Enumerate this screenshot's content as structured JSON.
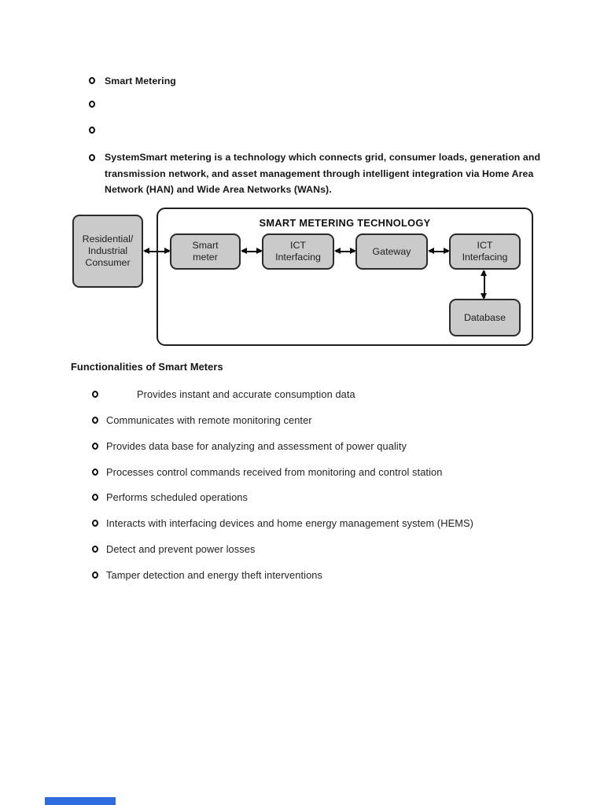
{
  "intro": {
    "items": [
      {
        "text": "Smart Metering"
      },
      {
        "text": ""
      },
      {
        "text": ""
      },
      {
        "lines": [
          "SystemSmart metering is a technology which connects grid, consumer loads, generation and",
          "transmission network, and asset management through intelligent integration via Home Area",
          "Network (HAN) and Wide Area Networks (WANs)."
        ]
      }
    ]
  },
  "diagram": {
    "title": "SMART METERING TECHNOLOGY",
    "consumer_box_lines": [
      "Residential/",
      "Industrial",
      "Consumer"
    ],
    "chain_boxes": [
      "Smart meter",
      "ICT Interfacing",
      "Gateway",
      "ICT Interfacing"
    ],
    "database_box": "Database",
    "box_fill_color": "#cacaca",
    "box_border_color": "#2a2a2a",
    "arrow_style": "double-headed"
  },
  "functionalities": {
    "heading": "Functionalities of Smart Meters",
    "items": [
      "Provides instant and accurate consumption data",
      "Communicates with remote monitoring center",
      "Provides data base for analyzing and assessment of power quality",
      "Processes control commands received from monitoring and control station",
      "Performs scheduled operations",
      "Interacts with interfacing devices and home energy management system (HEMS)",
      "Detect and prevent power losses",
      "Tamper detection and energy theft interventions"
    ]
  },
  "viewer": {
    "progress_bar_color": "#2e6ce0"
  }
}
